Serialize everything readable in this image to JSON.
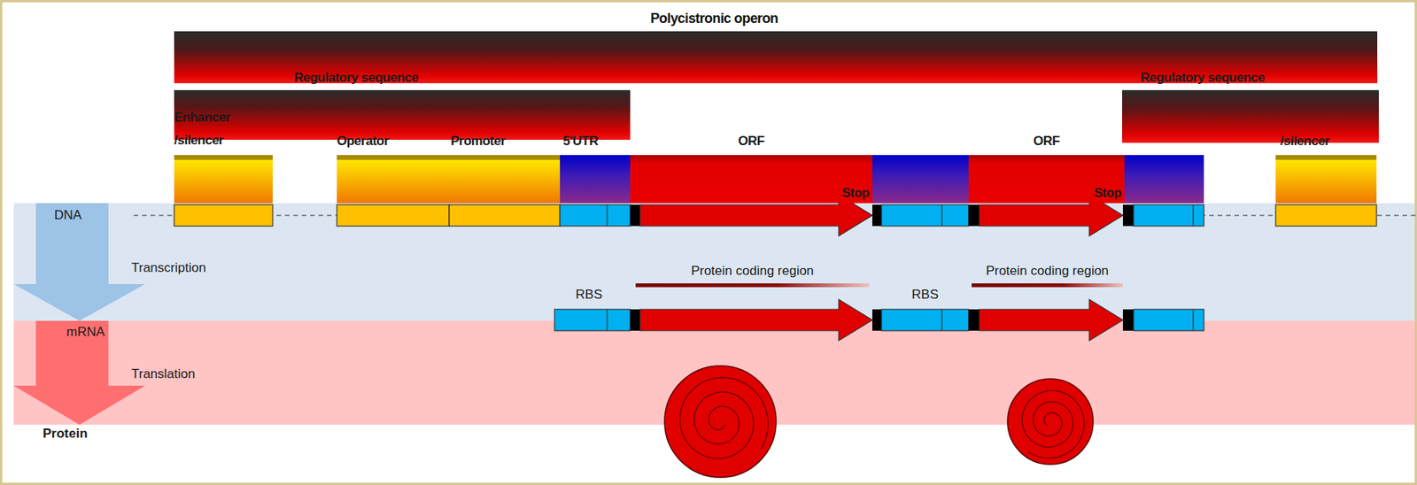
{
  "diagram": {
    "title": "Polycistronic operon",
    "nodes": [
      {
        "text": [
          "Regulatory sequence"
        ]
      },
      {
        "text": [
          "Regulatory sequence"
        ]
      },
      {
        "text": [
          "Enhancer /silencer"
        ]
      },
      {
        "text": [
          "Operator"
        ]
      },
      {
        "text": [
          "Promoter"
        ]
      },
      {
        "text": [
          "5'UTR"
        ]
      },
      {
        "text": [
          "ORF",
          "Stop"
        ]
      },
      {
        "text": [
          "ORF",
          "Stop"
        ]
      },
      {
        "text": [
          "/silencer"
        ]
      }
    ],
    "labels": [
      "DNA",
      "Transcription",
      "mRNA",
      "Translation",
      "Protein",
      "Protein coding region",
      "Protein coding region",
      "RBS",
      "RBS"
    ]
  }
}
